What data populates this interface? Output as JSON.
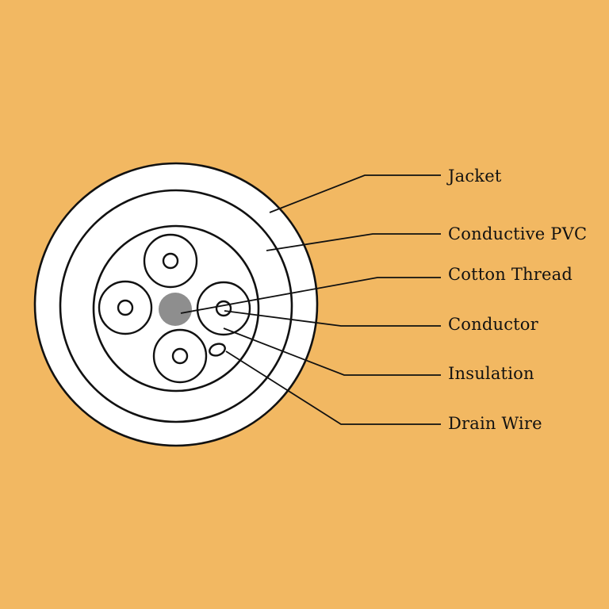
{
  "colors": {
    "background": "#F2B862",
    "stroke": "#111111",
    "fill": "#FFFFFF",
    "thread": "#8E8E8E"
  },
  "labels": {
    "jacket": "Jacket",
    "conductive_pvc": "Conductive PVC",
    "cotton_thread": "Cotton Thread",
    "conductor": "Conductor",
    "insulation": "Insulation",
    "drain_wire": "Drain Wire"
  }
}
